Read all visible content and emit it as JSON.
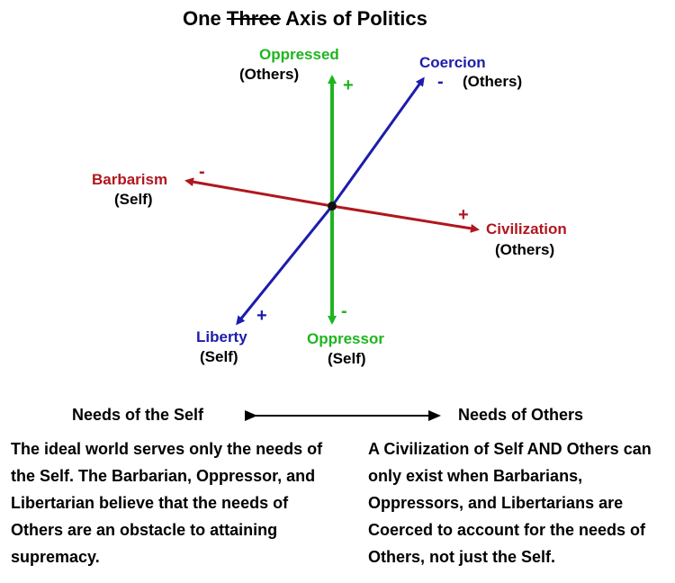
{
  "title": {
    "part1": "One",
    "struck": "Three",
    "part2": "Axis of Politics"
  },
  "axes": {
    "vertical": {
      "color": "#1fb51f",
      "top_name": "Oppressed",
      "top_sub": "(Others)",
      "top_sign": "+",
      "bottom_name": "Oppressor",
      "bottom_sub": "(Self)",
      "bottom_sign": "-"
    },
    "diagonal": {
      "color": "#1c1cad",
      "top_name": "Coercion",
      "top_sub": "(Others)",
      "top_sign": "-",
      "bottom_name": "Liberty",
      "bottom_sub": "(Self)",
      "bottom_sign": "+"
    },
    "horizontal": {
      "color": "#b0171e",
      "left_name": "Barbarism",
      "left_sub": "(Self)",
      "left_sign": "-",
      "right_name": "Civilization",
      "right_sub": "(Others)",
      "right_sign": "+"
    }
  },
  "spectrum": {
    "left": "Needs of the Self",
    "right": "Needs of Others"
  },
  "paragraphs": {
    "left": "The ideal world serves only the needs of the Self. The Barbarian, Oppressor, and Libertarian believe that the needs of Others are an obstacle to attaining supremacy.",
    "right": "A Civilization of Self AND Others can only exist when Barbarians, Oppressors, and Libertarians are Coerced to account for the needs of Others, not just the Self."
  }
}
